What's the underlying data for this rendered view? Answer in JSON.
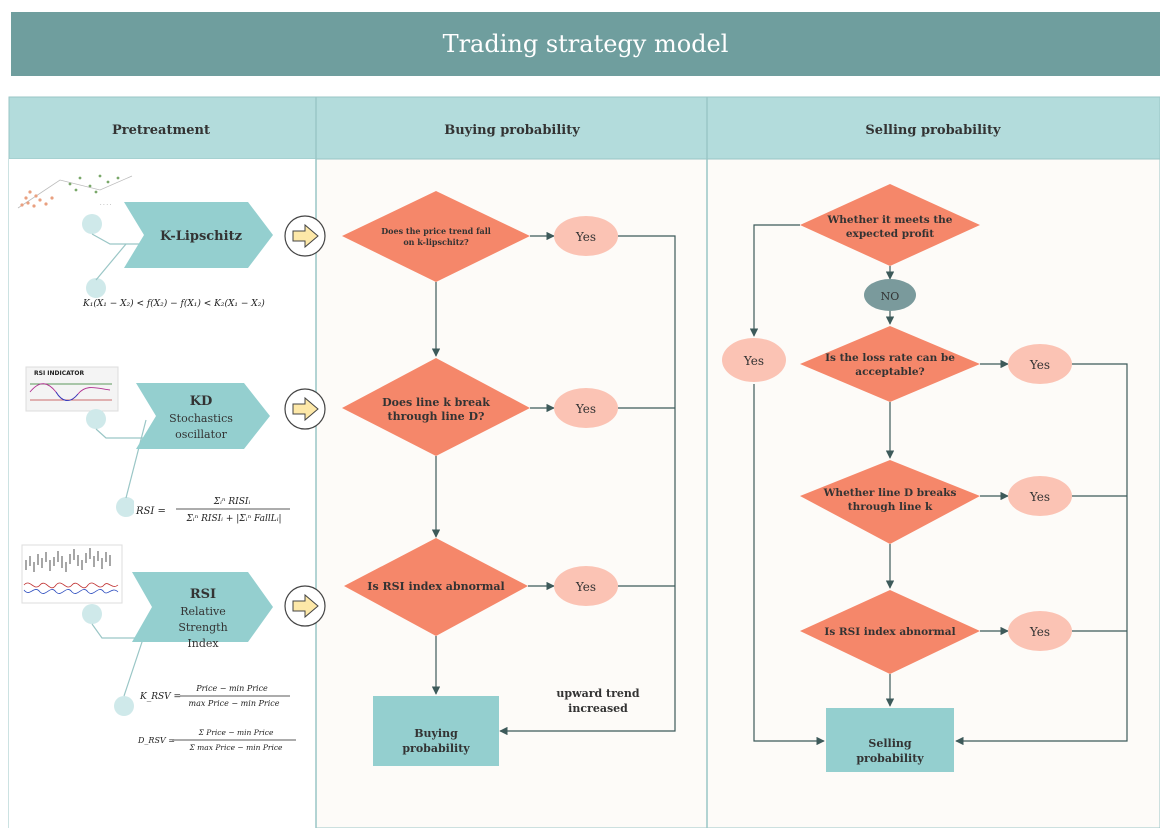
{
  "title": "Trading strategy model",
  "lanes": {
    "pretreatment": "Pretreatment",
    "buying": "Buying probability",
    "selling": "Selling probability"
  },
  "pretreatment": {
    "kl_label": "K-Lipschitz",
    "kl_formula": "K₁(X₁ − X₂) < f(X₂) − f(X₁) < K₂(X₁ − X₂)",
    "kd_label_1": "KD",
    "kd_label_2": "Stochastics",
    "kd_label_3": "oscillator",
    "rsi_chart_title": "RSI INDICATOR",
    "rsi_formula_lhs": "RSI =",
    "rsi_formula_num": "Σᵢⁿ RISIᵢ",
    "rsi_formula_den": "Σᵢⁿ RISIᵢ + |Σᵢⁿ FallLᵢ|",
    "rsi_label_1": "RSI",
    "rsi_label_2": "Relative",
    "rsi_label_3": "Strength",
    "rsi_label_4": "Index",
    "krsv_lhs": "K_RSV =",
    "krsv_num": "Price − min Price",
    "krsv_den": "max Price − min Price",
    "drsv_lhs": "D_RSV =",
    "drsv_num": "Σ Price − min Price",
    "drsv_den": "Σ max Price − min Price"
  },
  "buying": {
    "q1_line1": "Does the price trend fall",
    "q1_line2": "on k-lipschitz?",
    "q2_line1": "Does line k break",
    "q2_line2": "through line D?",
    "q3": "Is RSI index abnormal",
    "yes1": "Yes",
    "yes2": "Yes",
    "yes3": "Yes",
    "note_line1": "upward trend",
    "note_line2": "increased",
    "result_line1": "Buying",
    "result_line2": "probability"
  },
  "selling": {
    "q1_line1": "Whether it meets the",
    "q1_line2": "expected profit",
    "no": "NO",
    "yes_left": "Yes",
    "q2_line1": "Is the loss rate can be",
    "q2_line2": "acceptable?",
    "yes1": "Yes",
    "q3_line1": "Whether line D breaks",
    "q3_line2": "through line k",
    "yes2": "Yes",
    "q4": "Is RSI index abnormal",
    "yes3": "Yes",
    "result_line1": "Selling",
    "result_line2": "probability"
  },
  "colors": {
    "header": "#6f9e9e",
    "lane_header": "#b3dcdc",
    "diamond": "#f5876a",
    "yes_oval": "#fbc3b4",
    "no_oval": "#7a9a9c",
    "teal_box": "#94cfcf",
    "line": "#3d5a5a"
  }
}
